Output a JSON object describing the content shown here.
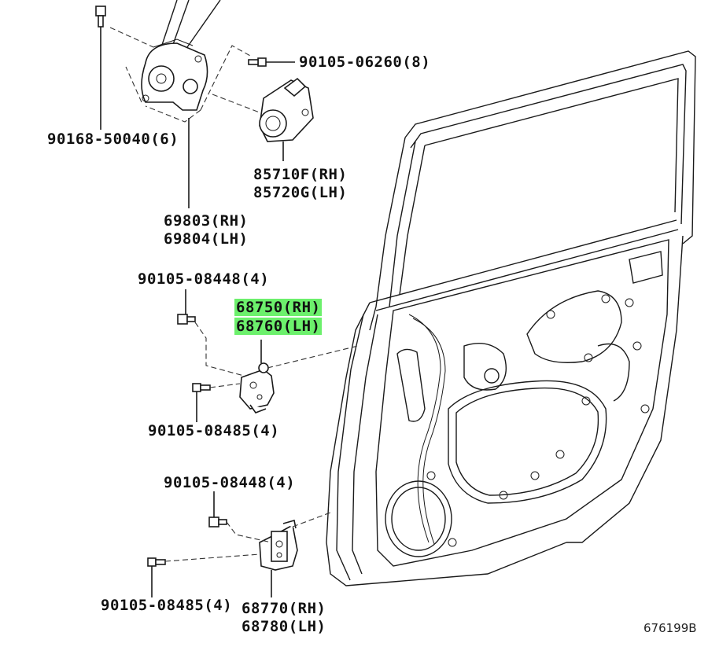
{
  "diagram_id": "676199B",
  "callouts": {
    "bolt_top": "90105-06260(8)",
    "bolt_regulator": "90168-50040(6)",
    "motor": [
      "85710F(RH)",
      "85720G(LH)"
    ],
    "regulator": [
      "69803(RH)",
      "69804(LH)"
    ],
    "upper_hinge_bolt_a": "90105-08448(4)",
    "upper_hinge": [
      "68750(RH)",
      "68760(LH)"
    ],
    "upper_hinge_bolt_b": "90105-08485(4)",
    "lower_hinge_bolt_a": "90105-08448(4)",
    "lower_hinge_bolt_b": "90105-08485(4)",
    "lower_hinge": [
      "68770(RH)",
      "68780(LH)"
    ]
  },
  "highlight_color": "#6cf06c"
}
